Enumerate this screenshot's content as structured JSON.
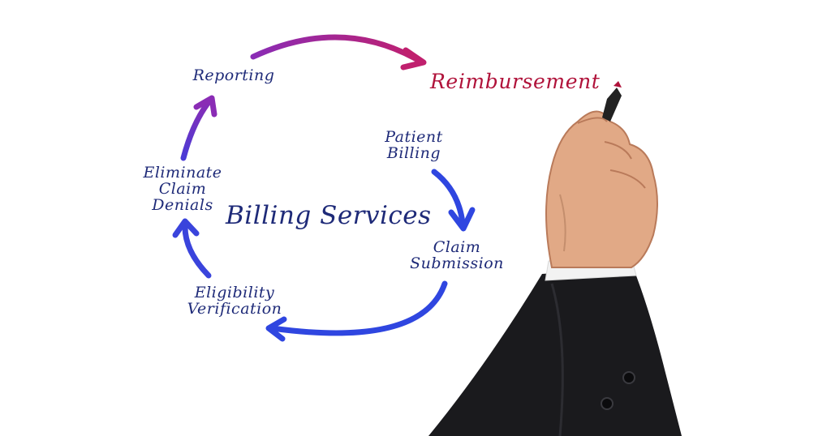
{
  "diagram": {
    "center_title": "Billing Services",
    "goal": "Reimbursement",
    "steps": [
      {
        "id": "patient-billing",
        "label": "Patient\nBilling"
      },
      {
        "id": "claim-submission",
        "label": "Claim\nSubmission"
      },
      {
        "id": "eligibility-verification",
        "label": "Eligibility\nVerification"
      },
      {
        "id": "eliminate-claim-denials",
        "label": "Eliminate\nClaim\nDenials"
      },
      {
        "id": "reporting",
        "label": "Reporting"
      }
    ]
  },
  "colors": {
    "text": "#1e2a78",
    "goal_text": "#b0123a",
    "arrow_blue": "#2f46e0",
    "arrow_purple": "#7a2bbd",
    "arrow_magenta": "#b0227a"
  },
  "illustration": {
    "subject": "hand-holding-marker-icon"
  }
}
